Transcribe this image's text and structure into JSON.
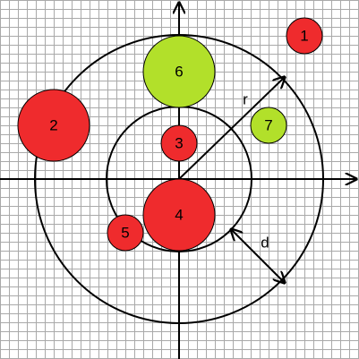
{
  "colors": {
    "background": "#ffffff",
    "grid": "#a9a9a9",
    "axis": "#000000",
    "ring": "#000000",
    "red_fill": "#ef2b2d",
    "green_fill": "#b2e02a"
  },
  "labels": {
    "radius": "r",
    "distance": "d"
  },
  "circles": [
    {
      "label": "1",
      "color": "red"
    },
    {
      "label": "2",
      "color": "red"
    },
    {
      "label": "3",
      "color": "red"
    },
    {
      "label": "4",
      "color": "red"
    },
    {
      "label": "5",
      "color": "red"
    },
    {
      "label": "6",
      "color": "green"
    },
    {
      "label": "7",
      "color": "green"
    }
  ]
}
